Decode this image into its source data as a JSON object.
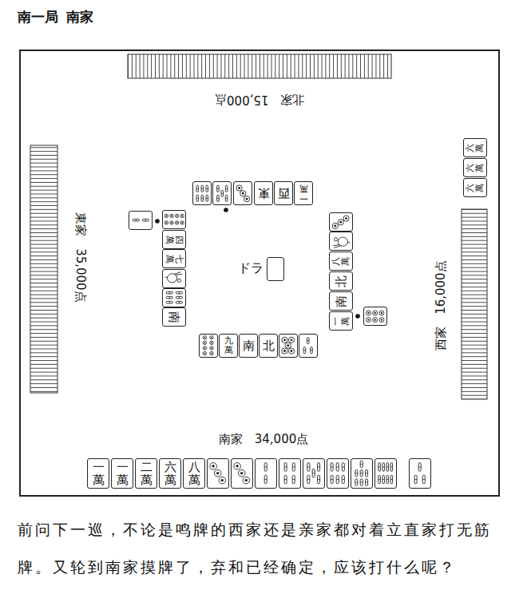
{
  "diagram": {
    "title": "南一局 南家",
    "caption": "前问下一巡，不论是鸣牌的西家还是亲家都对着立直家打无筋牌。又轮到南家摸牌了，弃和已经确定，应该打什么呢？",
    "nodes": [
      {
        "text": [
          "北家 15,000点",
          "東家 35,000点",
          "西家 16,000点",
          "南家 34,000点"
        ]
      },
      {
        "text": [
          "六萬"
        ],
        "in": 0
      },
      {
        "text": [
          "六萬"
        ],
        "in": 0
      },
      {
        "text": [
          "六萬"
        ],
        "in": 0
      },
      {
        "text": [
          "東"
        ],
        "in": 0
      },
      {
        "text": [
          "西"
        ],
        "in": 0
      },
      {
        "text": [
          "一萬"
        ],
        "in": 0
      },
      {
        "text": [
          "四萬"
        ],
        "in": 0
      },
      {
        "text": [
          "七萬"
        ],
        "in": 0
      },
      {
        "text": [
          "南"
        ],
        "in": 0
      },
      {
        "text": [
          "ドラ"
        ],
        "in": 0
      },
      {
        "text": [
          "八萬"
        ],
        "in": 0
      },
      {
        "text": [
          "北"
        ],
        "in": 0
      },
      {
        "text": [
          "南"
        ],
        "in": 0
      },
      {
        "text": [
          "一萬"
        ],
        "in": 0
      },
      {
        "text": [
          "九萬"
        ],
        "in": 0
      },
      {
        "text": [
          "南"
        ],
        "in": 0
      },
      {
        "text": [
          "北"
        ],
        "in": 0
      },
      {
        "text": [
          "一萬"
        ],
        "in": 0
      },
      {
        "text": [
          "一萬"
        ],
        "in": 0
      },
      {
        "text": [
          "二萬"
        ],
        "in": 0
      },
      {
        "text": [
          "六萬"
        ],
        "in": 0
      },
      {
        "text": [
          "八萬"
        ],
        "in": 0
      }
    ]
  }
}
